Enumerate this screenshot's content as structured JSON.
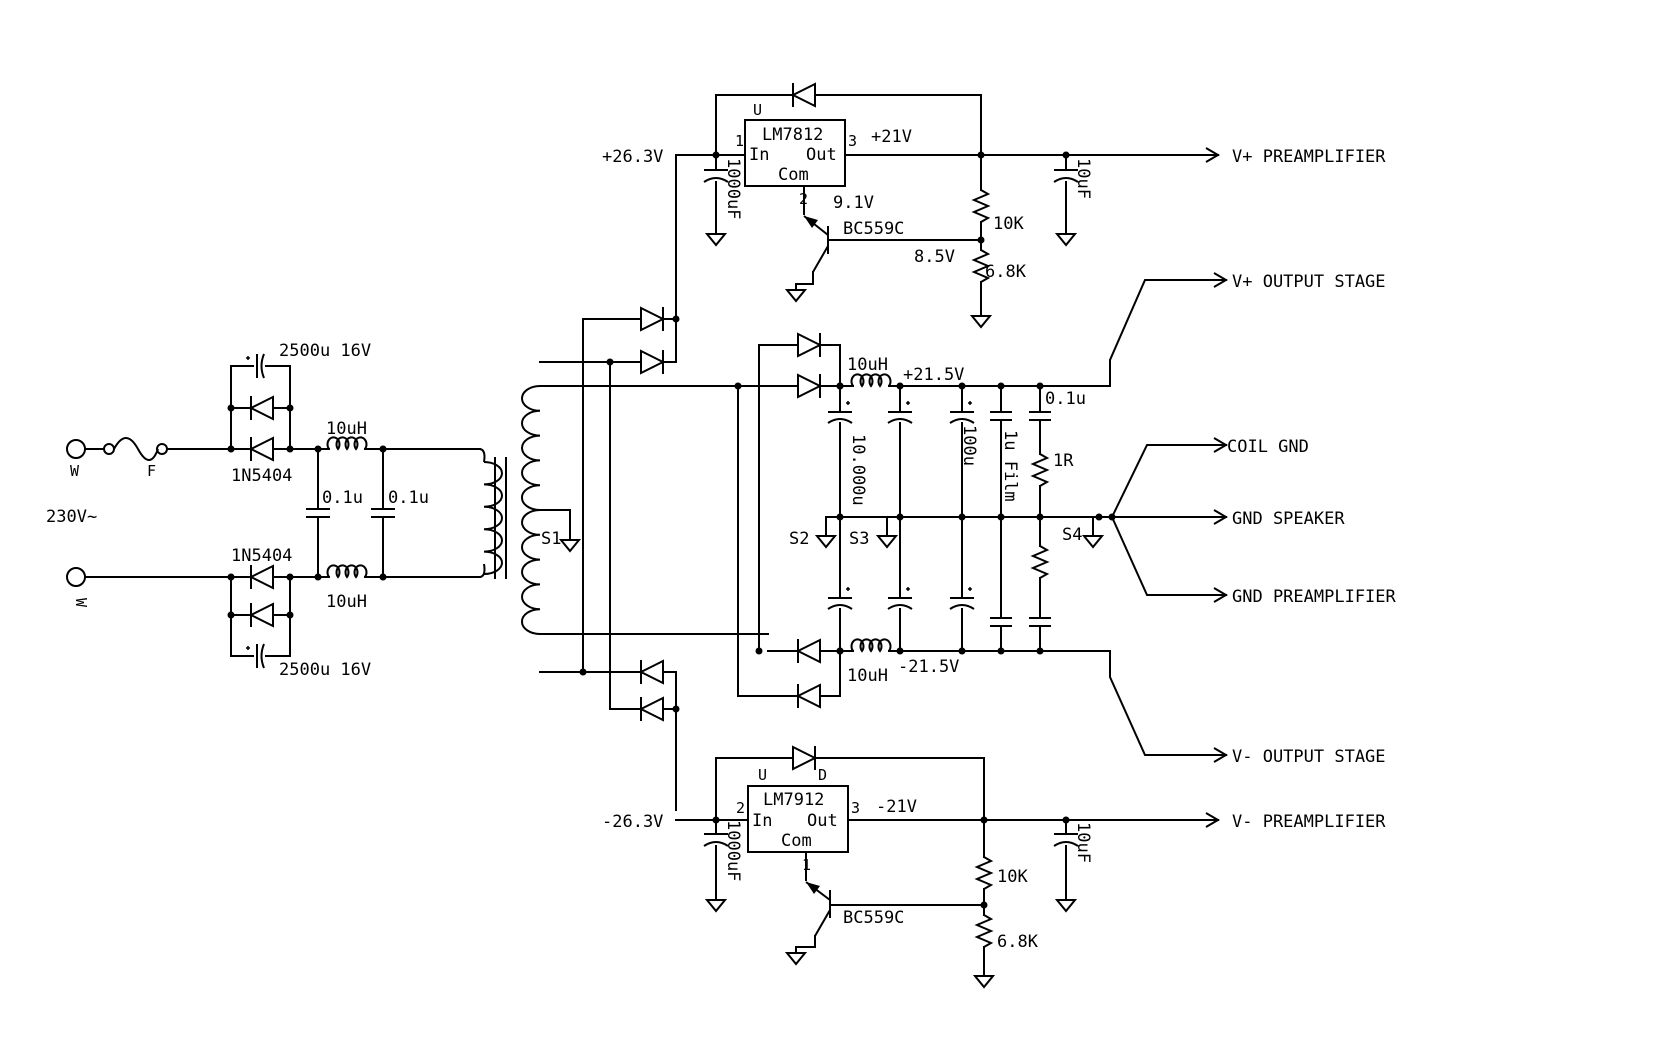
{
  "mains": {
    "term1": "W",
    "term2": "W",
    "fuse": "F",
    "voltage": "230V~",
    "cap_top": "2500u 16V",
    "cap_bot": "2500u 16V",
    "diode_top": "1N5404",
    "diode_bot": "1N5404",
    "ind_top": "10uH",
    "ind_bot": "10uH",
    "cap1": "0.1u",
    "cap2": "0.1u"
  },
  "transformer": {
    "ground": "S1"
  },
  "reg_pos": {
    "in_voltage": "+26.3V",
    "chip": "LM7812",
    "pin_in": "1",
    "pin_out": "3",
    "pin_com": "2",
    "in": "In",
    "out": "Out",
    "com": "Com",
    "tag": "U",
    "out_voltage": "+21V",
    "com_voltage": "9.1V",
    "transistor": "BC559C",
    "base_voltage": "8.5V",
    "r_top": "10K",
    "r_bot": "6.8K",
    "c_in": "1000uF",
    "c_out": "10uF"
  },
  "reg_neg": {
    "in_voltage": "-26.3V",
    "chip": "LM7912",
    "pin_in": "2",
    "pin_out": "3",
    "pin_com": "1",
    "in": "In",
    "out": "Out",
    "com": "Com",
    "tag_u": "U",
    "tag_d": "D",
    "out_voltage": "-21V",
    "transistor": "BC559C",
    "r_top": "10K",
    "r_bot": "6.8K",
    "c_in": "1000uF",
    "c_out": "10uF"
  },
  "rail": {
    "ind_top": "10uH",
    "ind_bot": "10uH",
    "v_pos": "+21.5V",
    "v_neg": "-21.5V",
    "c_main": "10.000u",
    "c_100": "100u",
    "c_film": "1u Film",
    "c_01": "0.1u",
    "r_1": "1R",
    "g2": "S2",
    "g3": "S3",
    "g4": "S4"
  },
  "outputs": [
    "V+ PREAMPLIFIER",
    "V+ OUTPUT STAGE",
    "COIL GND",
    "GND SPEAKER",
    "GND PREAMPLIFIER",
    "V- OUTPUT STAGE",
    "V- PREAMPLIFIER"
  ]
}
